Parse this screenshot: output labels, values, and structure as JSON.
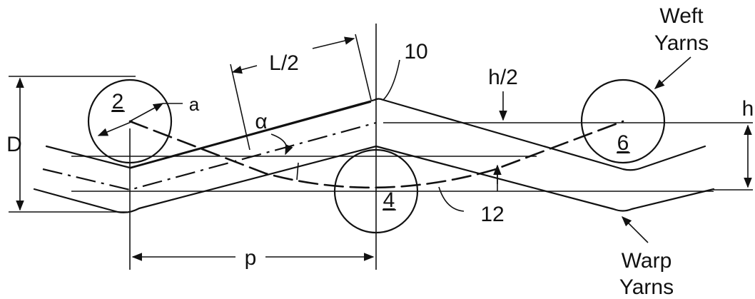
{
  "labels": {
    "weft_line1": "Weft",
    "weft_line2": "Yarns",
    "warp_line1": "Warp",
    "warp_line2": "Yarns",
    "half_length": "L/2",
    "ref_10": "10",
    "ref_12": "12",
    "half_h": "h/2",
    "h": "h",
    "d": "D",
    "a": "a",
    "alpha": "α",
    "p": "p",
    "yarn_2": "2",
    "yarn_4": "4",
    "yarn_6": "6"
  }
}
